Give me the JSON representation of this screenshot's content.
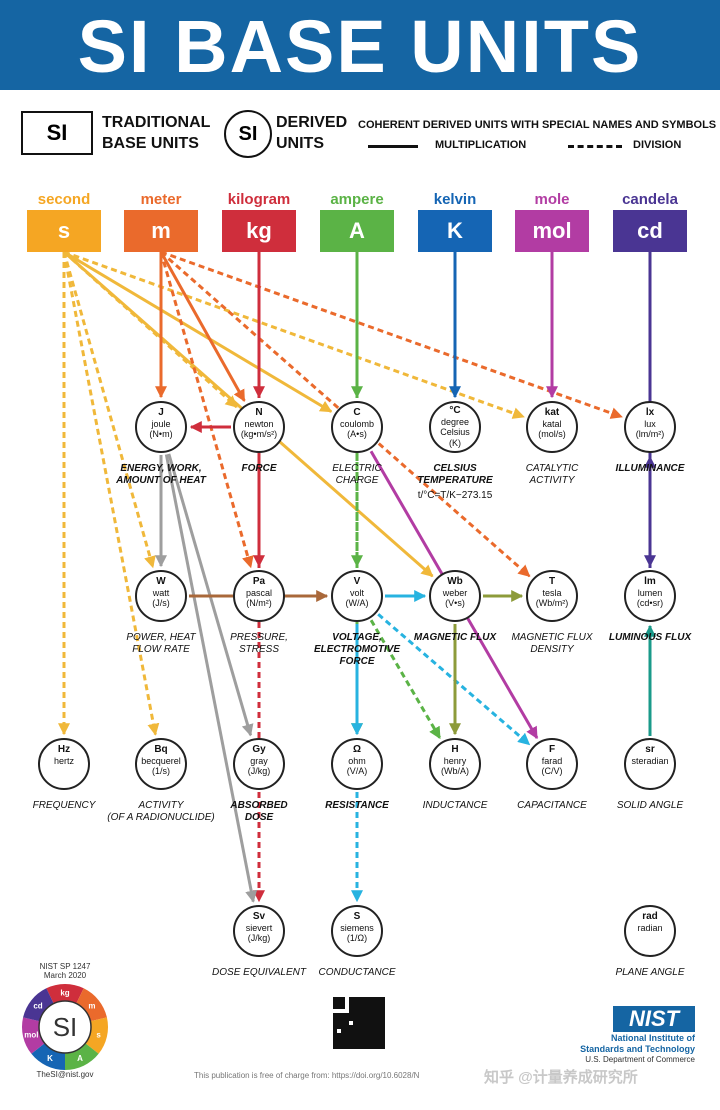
{
  "title": "SI BASE UNITS",
  "legend": {
    "si_box": "SI",
    "traditional": "TRADITIONAL\nBASE UNITS",
    "si_circle": "SI",
    "derived": "DERIVED\nUNITS",
    "coherent": "COHERENT DERIVED UNITS WITH SPECIAL NAMES AND SYMBOLS",
    "multiplication": "MULTIPLICATION",
    "division": "DIVISION"
  },
  "base_units": [
    {
      "id": "s",
      "name": "second",
      "symbol": "s",
      "color": "#f5a623"
    },
    {
      "id": "m",
      "name": "meter",
      "symbol": "m",
      "color": "#ea6a2c"
    },
    {
      "id": "kg",
      "name": "kilogram",
      "symbol": "kg",
      "color": "#cf2e3c"
    },
    {
      "id": "A",
      "name": "ampere",
      "symbol": "A",
      "color": "#5bb346"
    },
    {
      "id": "K",
      "name": "kelvin",
      "symbol": "K",
      "color": "#1565b4"
    },
    {
      "id": "mol",
      "name": "mole",
      "symbol": "mol",
      "color": "#b23ca3"
    },
    {
      "id": "cd",
      "name": "candela",
      "symbol": "cd",
      "color": "#4a3593"
    }
  ],
  "derived_units": [
    {
      "id": "J",
      "symbol": "J",
      "name": "joule",
      "expr": "(N•m)",
      "quantity": "ENERGY, WORK,\nAMOUNT OF HEAT",
      "bold": true
    },
    {
      "id": "N",
      "symbol": "N",
      "name": "newton",
      "expr": "(kg•m/s²)",
      "quantity": "FORCE",
      "bold": true
    },
    {
      "id": "C",
      "symbol": "C",
      "name": "coulomb",
      "expr": "(A•s)",
      "quantity": "ELECTRIC\nCHARGE",
      "bold": false
    },
    {
      "id": "degC",
      "symbol": "°C",
      "name": "degree\nCelsius",
      "expr": "(K)",
      "quantity": "CELSIUS\nTEMPERATURE",
      "bold": true
    },
    {
      "id": "kat",
      "symbol": "kat",
      "name": "katal",
      "expr": "(mol/s)",
      "quantity": "CATALYTIC\nACTIVITY",
      "bold": false
    },
    {
      "id": "lx",
      "symbol": "lx",
      "name": "lux",
      "expr": "(lm/m²)",
      "quantity": "ILLUMINANCE",
      "bold": true
    },
    {
      "id": "W",
      "symbol": "W",
      "name": "watt",
      "expr": "(J/s)",
      "quantity": "POWER, HEAT\nFLOW RATE",
      "bold": false
    },
    {
      "id": "Pa",
      "symbol": "Pa",
      "name": "pascal",
      "expr": "(N/m²)",
      "quantity": "PRESSURE,\nSTRESS",
      "bold": false
    },
    {
      "id": "V",
      "symbol": "V",
      "name": "volt",
      "expr": "(W/A)",
      "quantity": "VOLTAGE,\nELECTROMOTIVE\nFORCE",
      "bold": true
    },
    {
      "id": "Wb",
      "symbol": "Wb",
      "name": "weber",
      "expr": "(V•s)",
      "quantity": "MAGNETIC FLUX",
      "bold": true
    },
    {
      "id": "T",
      "symbol": "T",
      "name": "tesla",
      "expr": "(Wb/m²)",
      "quantity": "MAGNETIC FLUX\nDENSITY",
      "bold": false
    },
    {
      "id": "lm",
      "symbol": "lm",
      "name": "lumen",
      "expr": "(cd•sr)",
      "quantity": "LUMINOUS FLUX",
      "bold": true
    },
    {
      "id": "Hz",
      "symbol": "Hz",
      "name": "hertz",
      "expr": "",
      "quantity": "FREQUENCY",
      "bold": false
    },
    {
      "id": "Bq",
      "symbol": "Bq",
      "name": "becquerel",
      "expr": "(1/s)",
      "quantity": "ACTIVITY\n(OF A RADIONUCLIDE)",
      "bold": false
    },
    {
      "id": "Gy",
      "symbol": "Gy",
      "name": "gray",
      "expr": "(J/kg)",
      "quantity": "ABSORBED\nDOSE",
      "bold": true
    },
    {
      "id": "ohm",
      "symbol": "Ω",
      "name": "ohm",
      "expr": "(V/A)",
      "quantity": "RESISTANCE",
      "bold": true
    },
    {
      "id": "H",
      "symbol": "H",
      "name": "henry",
      "expr": "(Wb/A)",
      "quantity": "INDUCTANCE",
      "bold": false
    },
    {
      "id": "F",
      "symbol": "F",
      "name": "farad",
      "expr": "(C/V)",
      "quantity": "CAPACITANCE",
      "bold": false
    },
    {
      "id": "sr",
      "symbol": "sr",
      "name": "steradian",
      "expr": "",
      "quantity": "SOLID ANGLE",
      "bold": false
    },
    {
      "id": "Sv",
      "symbol": "Sv",
      "name": "sievert",
      "expr": "(J/kg)",
      "quantity": "DOSE EQUIVALENT",
      "bold": false
    },
    {
      "id": "S",
      "symbol": "S",
      "name": "siemens",
      "expr": "(1/Ω)",
      "quantity": "CONDUCTANCE",
      "bold": false
    },
    {
      "id": "rad",
      "symbol": "rad",
      "name": "radian",
      "expr": "",
      "quantity": "PLANE ANGLE",
      "bold": false
    }
  ],
  "celsius_formula": "t/°C=T/K−273.15",
  "connections": [
    {
      "from": "s",
      "to": "C",
      "style": "solid",
      "color": "#f0b83a"
    },
    {
      "from": "s",
      "to": "Wb",
      "style": "solid",
      "color": "#f0b83a"
    },
    {
      "from": "s",
      "to": "N",
      "style": "dashed",
      "color": "#f0b83a"
    },
    {
      "from": "s",
      "to": "kat",
      "style": "dashed",
      "color": "#f0b83a"
    },
    {
      "from": "s",
      "to": "W",
      "style": "dashed",
      "color": "#f0b83a"
    },
    {
      "from": "s",
      "to": "Hz",
      "style": "dashed",
      "color": "#f0b83a"
    },
    {
      "from": "s",
      "to": "Bq",
      "style": "dashed",
      "color": "#f0b83a"
    },
    {
      "from": "m",
      "to": "J",
      "style": "solid",
      "color": "#ea6a2c"
    },
    {
      "from": "m",
      "to": "N",
      "style": "solid",
      "color": "#ea6a2c"
    },
    {
      "from": "m",
      "to": "Pa",
      "style": "dashed",
      "color": "#ea6a2c"
    },
    {
      "from": "m",
      "to": "lx",
      "style": "dashed",
      "color": "#ea6a2c"
    },
    {
      "from": "m",
      "to": "T",
      "style": "dashed",
      "color": "#ea6a2c"
    },
    {
      "from": "kg",
      "to": "N",
      "style": "solid",
      "color": "#cf2e3c"
    },
    {
      "from": "kg",
      "to": "Sv",
      "style": "dashed",
      "color": "#cf2e3c"
    },
    {
      "from": "A",
      "to": "C",
      "style": "solid",
      "color": "#5bb346"
    },
    {
      "from": "A",
      "to": "ohm",
      "style": "dashed",
      "color": "#5bb346"
    },
    {
      "from": "K",
      "to": "degC",
      "style": "solid",
      "color": "#1565b4"
    },
    {
      "from": "mol",
      "to": "kat",
      "style": "solid",
      "color": "#b23ca3"
    },
    {
      "from": "cd",
      "to": "lm",
      "style": "solid",
      "color": "#4a3593"
    },
    {
      "from": "N",
      "to": "J",
      "style": "solid",
      "color": "#cf2e3c"
    },
    {
      "from": "N",
      "to": "Pa",
      "style": "solid",
      "color": "#cf2e3c"
    },
    {
      "from": "J",
      "to": "W",
      "style": "solid",
      "color": "#9e9e9e"
    },
    {
      "from": "J",
      "to": "Gy",
      "style": "solid",
      "color": "#9e9e9e"
    },
    {
      "from": "J",
      "to": "Sv",
      "style": "solid",
      "color": "#9e9e9e"
    },
    {
      "from": "W",
      "to": "V",
      "style": "solid",
      "color": "#a9683a"
    },
    {
      "from": "C",
      "to": "V",
      "style": "dashed",
      "color": "#5bb346"
    },
    {
      "from": "C",
      "to": "F",
      "style": "solid",
      "color": "#b23ca3"
    },
    {
      "from": "V",
      "to": "Wb",
      "style": "solid",
      "color": "#27b3e0"
    },
    {
      "from": "V",
      "to": "ohm",
      "style": "solid",
      "color": "#27b3e0"
    },
    {
      "from": "V",
      "to": "F",
      "style": "dashed",
      "color": "#27b3e0"
    },
    {
      "from": "V",
      "to": "H",
      "style": "dashed",
      "color": "#5bb346"
    },
    {
      "from": "Wb",
      "to": "T",
      "style": "solid",
      "color": "#8d9b3a"
    },
    {
      "from": "Wb",
      "to": "H",
      "style": "solid",
      "color": "#8d9b3a"
    },
    {
      "from": "ohm",
      "to": "S",
      "style": "dashed",
      "color": "#27b3e0"
    },
    {
      "from": "lm",
      "to": "lx",
      "style": "solid",
      "color": "#4a3593"
    },
    {
      "from": "sr",
      "to": "lm",
      "style": "solid",
      "color": "#1a9a8a"
    }
  ],
  "footer": {
    "sp": "NIST SP 1247",
    "date": "March 2020",
    "email": "TheSI@nist.gov",
    "logo_center": "SI",
    "ring_labels": [
      "kg",
      "m",
      "s",
      "A",
      "K",
      "mol",
      "cd"
    ],
    "nist_logo": "NIST",
    "nist_line1": "National Institute of",
    "nist_line2": "Standards and Technology",
    "nist_line3": "U.S. Department of Commerce",
    "publication": "This publication is free of charge from: https://doi.org/10.6028/N",
    "watermark": "知乎 @计量养成研究所"
  }
}
